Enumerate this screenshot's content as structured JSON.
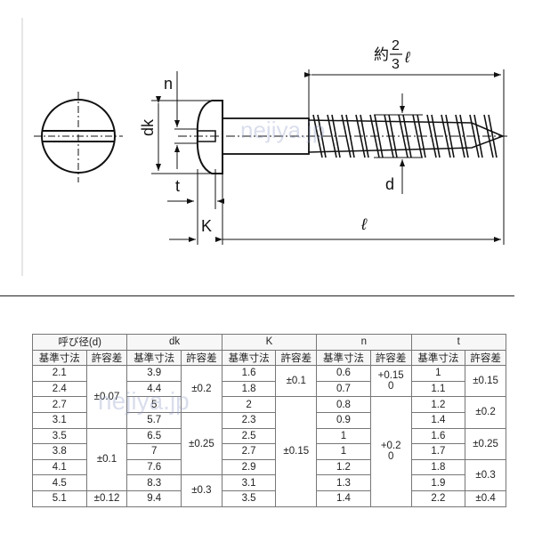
{
  "drawing": {
    "label_two_thirds_prefix": "約",
    "label_two_thirds_num": "2",
    "label_two_thirds_den": "3",
    "label_l": "ℓ",
    "label_n": "n",
    "label_dk": "dk",
    "label_t": "t",
    "label_K": "K",
    "label_d": "d",
    "watermark": "nejiya.jp"
  },
  "table": {
    "groups": [
      "呼び径(d)",
      "dk",
      "K",
      "n",
      "t"
    ],
    "sub_base": "基準寸法",
    "sub_tol": "許容差",
    "d": [
      "2.1",
      "2.4",
      "2.7",
      "3.1",
      "3.5",
      "3.8",
      "4.1",
      "4.5",
      "5.1"
    ],
    "dk": [
      "3.9",
      "4.4",
      "5",
      "5.7",
      "6.5",
      "7",
      "7.6",
      "8.3",
      "9.4"
    ],
    "K": [
      "1.6",
      "1.8",
      "2",
      "2.3",
      "2.5",
      "2.7",
      "2.9",
      "3.1",
      "3.5"
    ],
    "n": [
      "0.6",
      "0.7",
      "0.8",
      "0.9",
      "1",
      "1",
      "1.2",
      "1.3",
      "1.4"
    ],
    "t": [
      "1",
      "1.1",
      "1.2",
      "1.4",
      "1.6",
      "1.7",
      "1.8",
      "1.9",
      "2.2"
    ],
    "tol": {
      "d": [
        {
          "start": 0,
          "span": 4,
          "v": "±0.07"
        },
        {
          "start": 4,
          "span": 4,
          "v": "±0.1"
        },
        {
          "start": 8,
          "span": 1,
          "v": "±0.12"
        }
      ],
      "dk": [
        {
          "start": 0,
          "span": 3,
          "v": "±0.2"
        },
        {
          "start": 3,
          "span": 4,
          "v": "±0.25"
        },
        {
          "start": 7,
          "span": 2,
          "v": "±0.3"
        }
      ],
      "K": [
        {
          "start": 0,
          "span": 2,
          "v": "±0.1"
        },
        {
          "start": 2,
          "span": 7,
          "v": "±0.15"
        }
      ],
      "n": [
        {
          "start": 0,
          "span": 2,
          "v": "+0.15\n0"
        },
        {
          "start": 2,
          "span": 7,
          "v": "+0.2\n0"
        }
      ],
      "t": [
        {
          "start": 0,
          "span": 2,
          "v": "±0.15"
        },
        {
          "start": 2,
          "span": 2,
          "v": "±0.2"
        },
        {
          "start": 4,
          "span": 2,
          "v": "±0.25"
        },
        {
          "start": 6,
          "span": 2,
          "v": "±0.3"
        },
        {
          "start": 8,
          "span": 1,
          "v": "±0.4"
        }
      ]
    }
  }
}
